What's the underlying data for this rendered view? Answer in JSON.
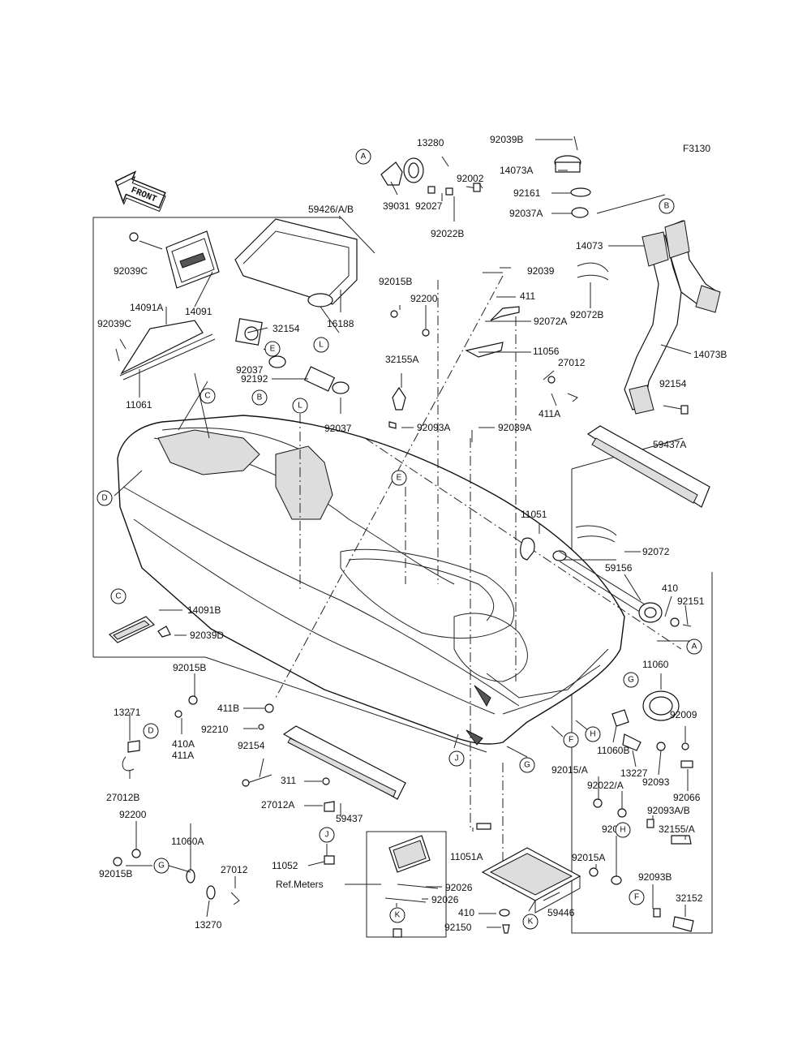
{
  "figure_code": "F3130",
  "front_label": "FRONT",
  "ref_label": "Ref.Meters",
  "part_labels": {
    "p92039B": "92039B",
    "p13280": "13280",
    "p14073A": "14073A",
    "p92002": "92002",
    "p39031": "39031",
    "p92027": "92027",
    "p92022B": "92022B",
    "p92161": "92161",
    "p92037A": "92037A",
    "p59426": "59426/A/B",
    "p14073": "14073",
    "p92039C_top": "92039C",
    "p14091": "14091",
    "p14091A": "14091A",
    "p16188": "16188",
    "p32154": "32154",
    "p92039C_left": "92039C",
    "p92037_a": "92037",
    "p92192": "92192",
    "p92037_b": "92037",
    "p11061": "11061",
    "p92015B_top": "92015B",
    "p92200_top": "92200",
    "p92039": "92039",
    "p411": "411",
    "p92072A": "92072A",
    "p92072B": "92072B",
    "p11056": "11056",
    "p32155A": "32155A",
    "p27012_top": "27012",
    "p411A": "411A",
    "p14073B": "14073B",
    "p92093A": "92093A",
    "p92039A": "92039A",
    "p92154_right": "92154",
    "p59437A": "59437A",
    "p11051": "11051",
    "p92072": "92072",
    "p59156": "59156",
    "p410_right": "410",
    "p92151": "92151",
    "p14091B": "14091B",
    "p92039D": "92039D",
    "p11060": "11060",
    "p92015B_left": "92015B",
    "p13271": "13271",
    "p411B": "411B",
    "p92210": "92210",
    "p410A": "410A",
    "p411A_left": "411A",
    "p92009": "92009",
    "p11060B": "11060B",
    "p13227": "13227",
    "p92093": "92093",
    "p92066": "92066",
    "p27012B": "27012B",
    "p92154_left": "92154",
    "p311": "311",
    "p27012A": "27012A",
    "p59437": "59437",
    "p92015A_a": "92015/A",
    "p92022A": "92022/A",
    "p92093AB": "92093A/B",
    "p32155A_r": "32155/A",
    "p92200_left": "92200",
    "p11060A": "11060A",
    "p27012_left": "27012",
    "p92015B_bl": "92015B",
    "p13270": "13270",
    "p11052": "11052",
    "p11051A": "11051A",
    "p92026_a": "92026",
    "p92026_b": "92026",
    "p92015A_b": "92015A",
    "p92022": "92022",
    "p92093B": "92093B",
    "p32152": "32152",
    "p410_bottom": "410",
    "p92150": "92150",
    "p59446": "59446"
  },
  "callouts": {
    "A": "A",
    "B": "B",
    "C": "C",
    "D": "D",
    "E": "E",
    "F": "F",
    "G": "G",
    "H": "H",
    "J": "J",
    "K": "K",
    "L": "L"
  }
}
